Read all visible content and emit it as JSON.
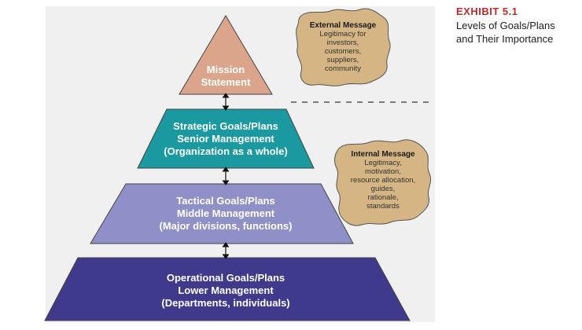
{
  "exhibit": {
    "label": "EXHIBIT 5.1",
    "title_line1": "Levels of Goals/Plans",
    "title_line2": "and Their Importance"
  },
  "pyramid": {
    "mission": {
      "line1": "Mission",
      "line2": "Statement",
      "color": "#dba58c"
    },
    "strategic": {
      "line1": "Strategic Goals/Plans",
      "line2": "Senior Management",
      "line3": "(Organization as a whole)",
      "color": "#1a9aa0"
    },
    "tactical": {
      "line1": "Tactical Goals/Plans",
      "line2": "Middle Management",
      "line3": "(Major divisions, functions)",
      "color": "#9090c8"
    },
    "operational": {
      "line1": "Operational Goals/Plans",
      "line2": "Lower Management",
      "line3": "(Departments, individuals)",
      "color": "#3f3a8c"
    }
  },
  "messages": {
    "external": {
      "title": "External Message",
      "lines": [
        "Legitimacy for",
        "investors,",
        "customers,",
        "suppliers,",
        "community"
      ]
    },
    "internal": {
      "title": "Internal Message",
      "lines": [
        "Legitimacy,",
        "motivation,",
        "resource allocation,",
        "guides,",
        "rationale,",
        "standards"
      ]
    },
    "blob_color": "#d4b583"
  }
}
